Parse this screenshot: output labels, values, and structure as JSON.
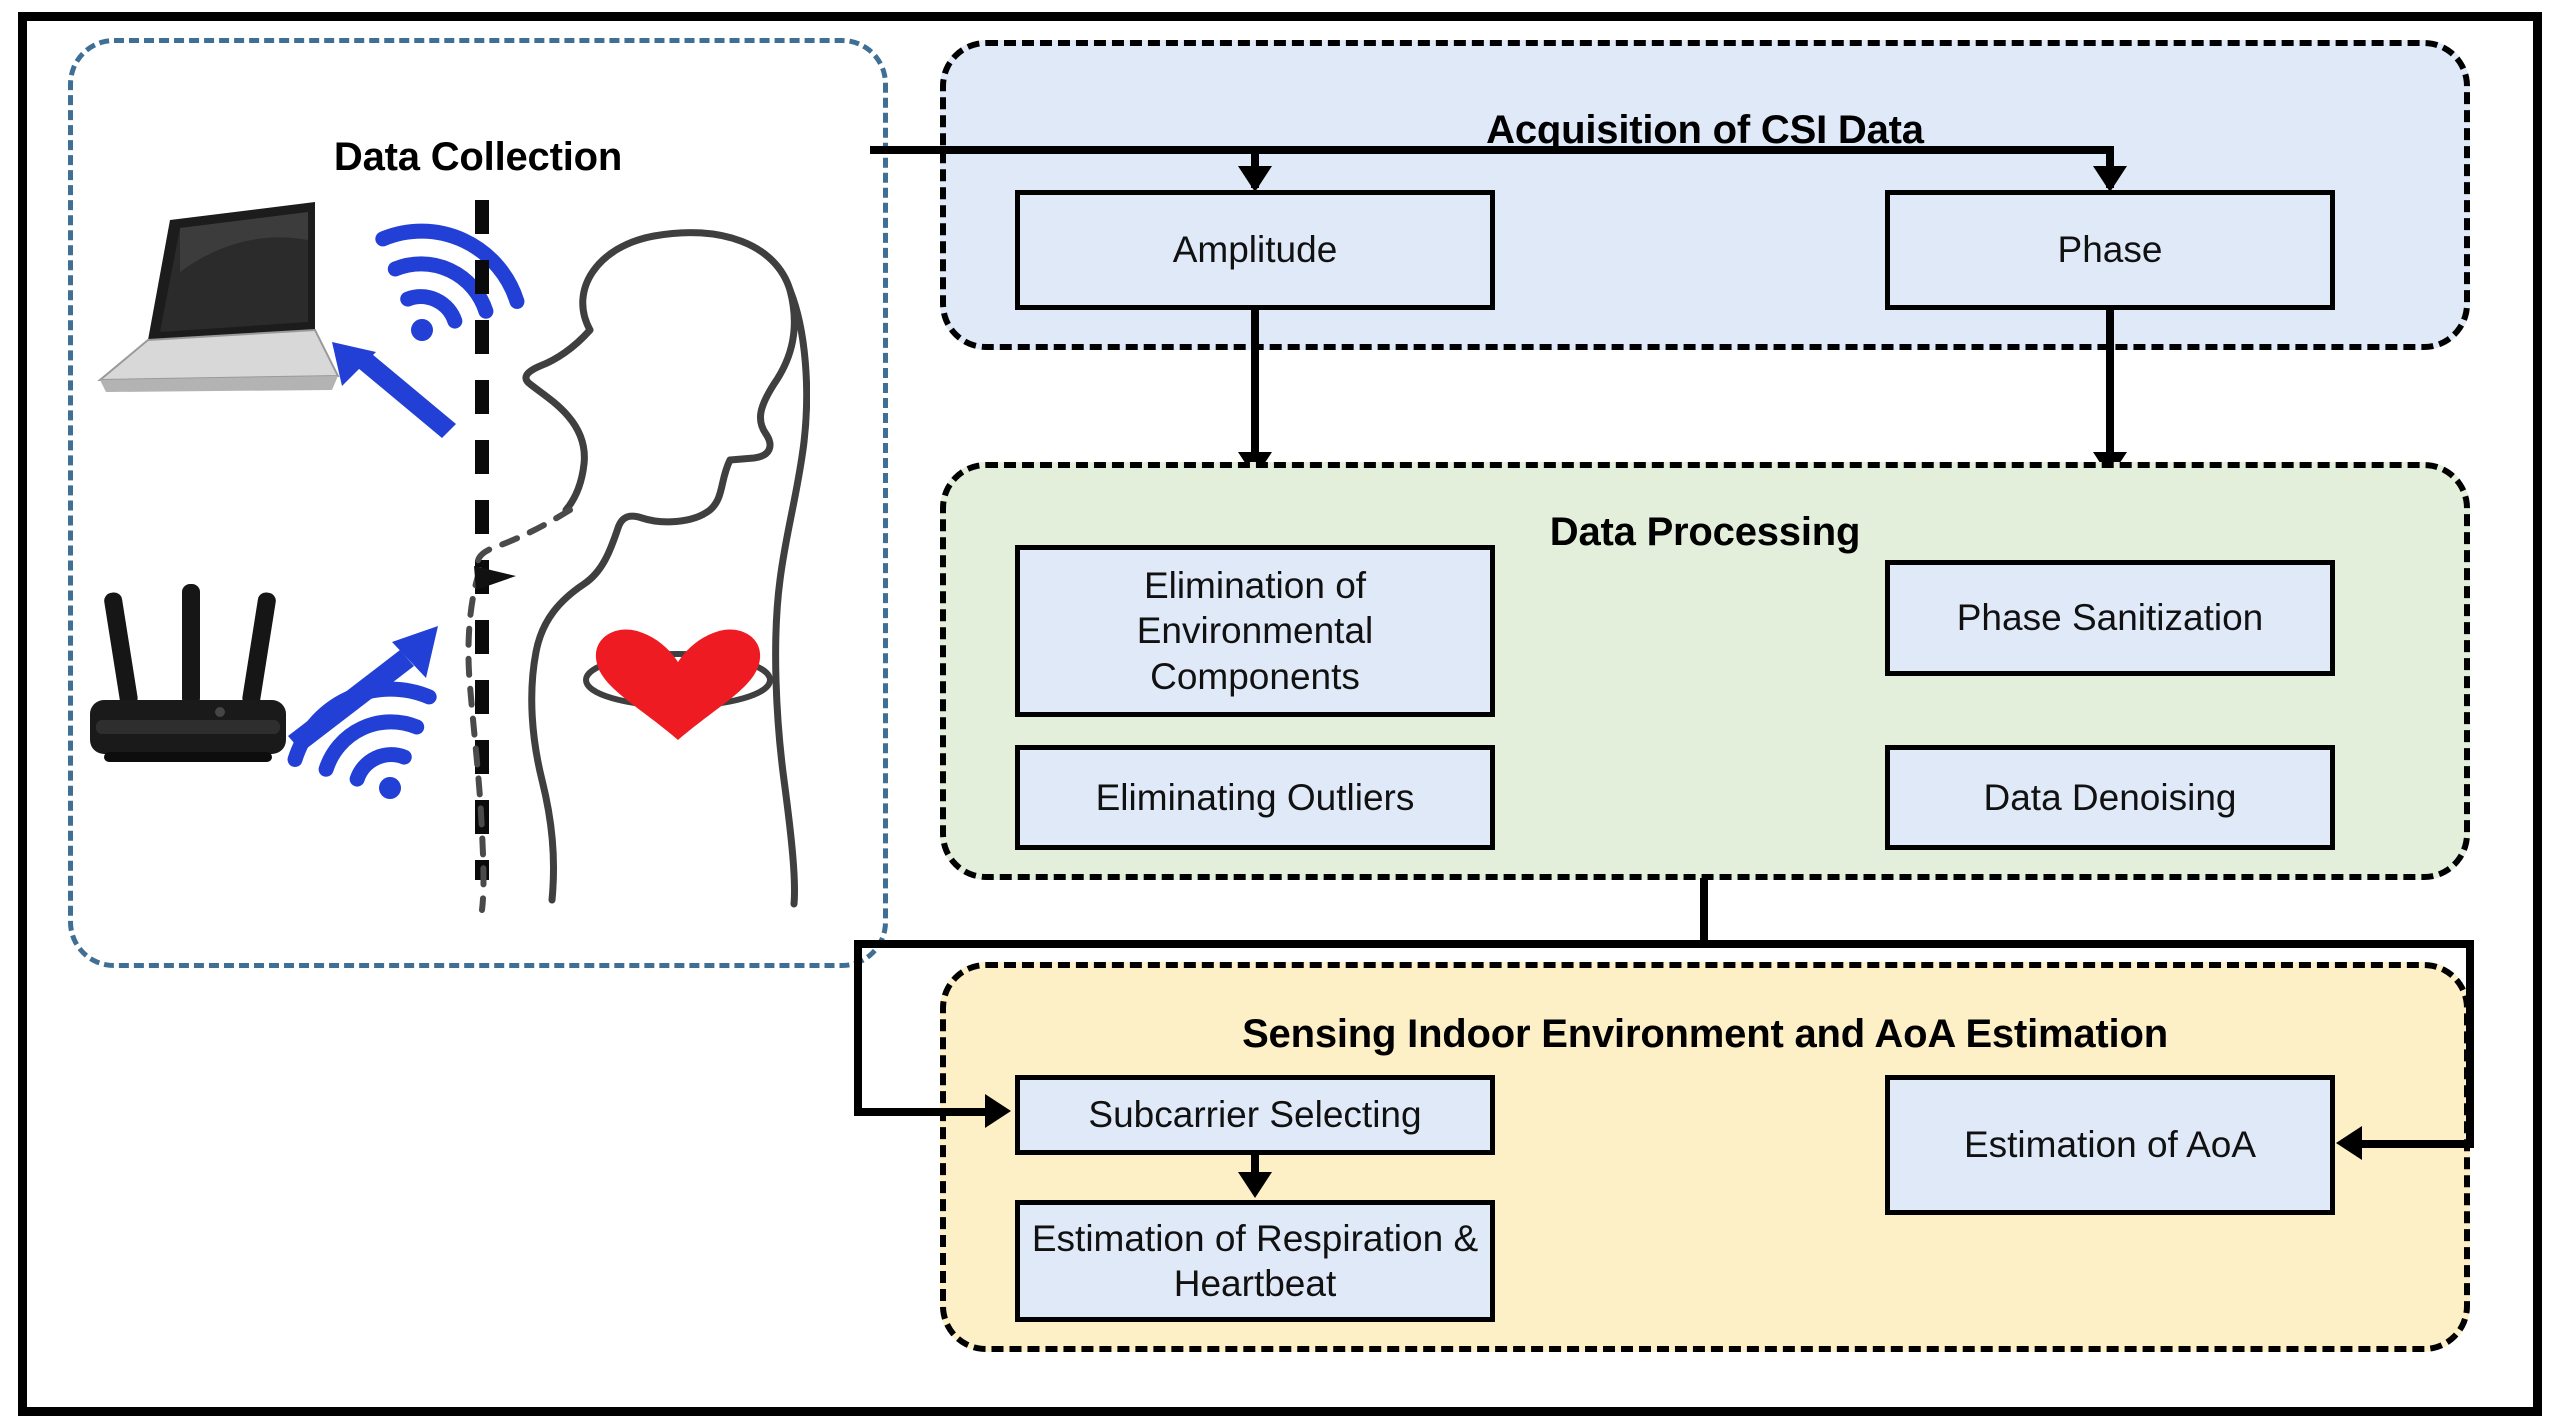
{
  "diagram": {
    "panels": [
      {
        "id": "collection",
        "title": "Data Collection"
      },
      {
        "id": "acquisition",
        "title": "Acquisition of CSI Data"
      },
      {
        "id": "processing",
        "title": "Data Processing"
      },
      {
        "id": "sensing",
        "title": "Sensing Indoor Environment and AoA Estimation"
      }
    ],
    "boxes": {
      "amplitude": "Amplitude",
      "phase": "Phase",
      "elim_env": "Elimination of Environmental Components",
      "elim_out": "Eliminating Outliers",
      "phase_san": "Phase Sanitization",
      "denoise": "Data Denoising",
      "subcarrier": "Subcarrier Selecting",
      "respiration": "Estimation of Respiration & Heartbeat",
      "aoa": "Estimation of AoA"
    },
    "illustration": {
      "laptop": "laptop-icon",
      "router": "wifi-router-icon",
      "wifi_upper": "wifi-signal-icon",
      "wifi_lower": "wifi-signal-icon",
      "arrow_to_laptop": "blue-arrow-icon",
      "arrow_to_person": "blue-arrow-icon",
      "wall": "dashed-wall-line",
      "person": "human-torso-silhouette",
      "heart": "heart-icon",
      "breathing": "breathing-motion-outline"
    },
    "colors": {
      "acquisition_fill": "#dfe9f7",
      "processing_fill": "#e3efdb",
      "sensing_fill": "#fdefc6",
      "box_fill": "#dfe9f7",
      "collection_border": "#3f6f94",
      "signal_blue": "#2340d6",
      "heart_red": "#ee1c22",
      "outline": "#000000"
    }
  }
}
